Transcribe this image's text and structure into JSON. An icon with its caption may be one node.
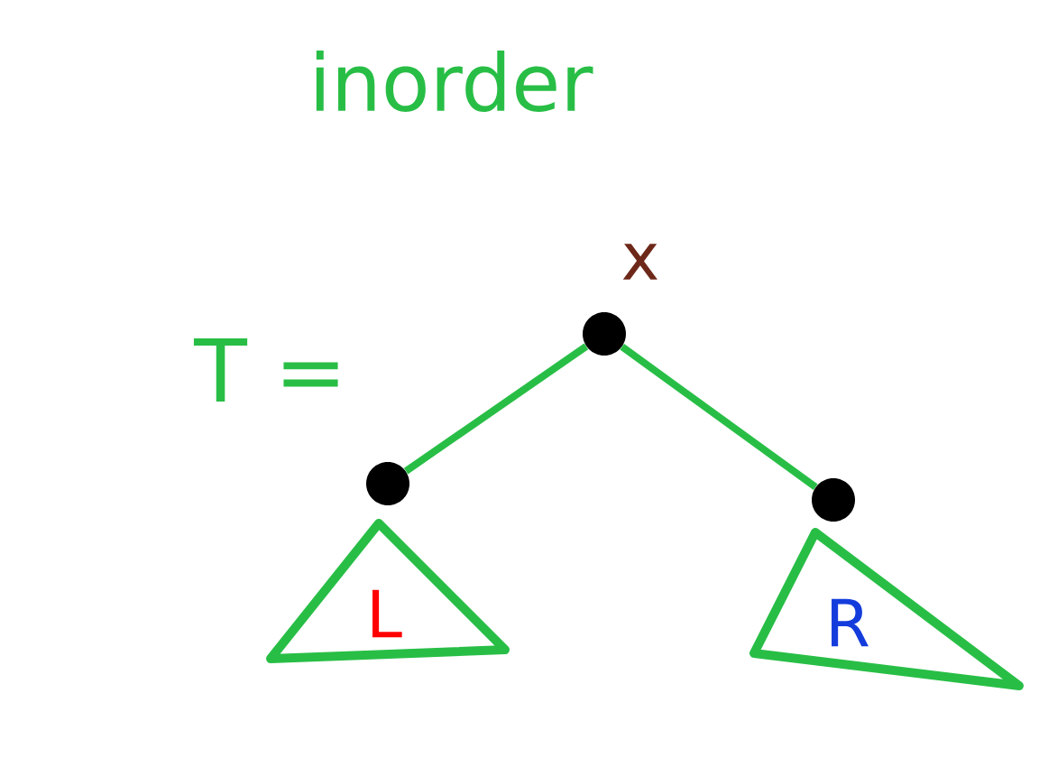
{
  "diagram": {
    "title": "inorder",
    "nodes": [
      {
        "text": [],
        "shape": "circle",
        "beside": [
          "x"
        ]
      },
      {
        "text": [],
        "shape": "circle"
      },
      {
        "text": [],
        "shape": "circle"
      },
      {
        "text": [
          "L"
        ]
      },
      {
        "text": [
          "R"
        ]
      }
    ],
    "edges": [
      {
        "from": 0,
        "to": 1,
        "arrow": "none"
      },
      {
        "from": 0,
        "to": 2,
        "arrow": "none"
      }
    ],
    "labels": [
      "T ="
    ]
  }
}
